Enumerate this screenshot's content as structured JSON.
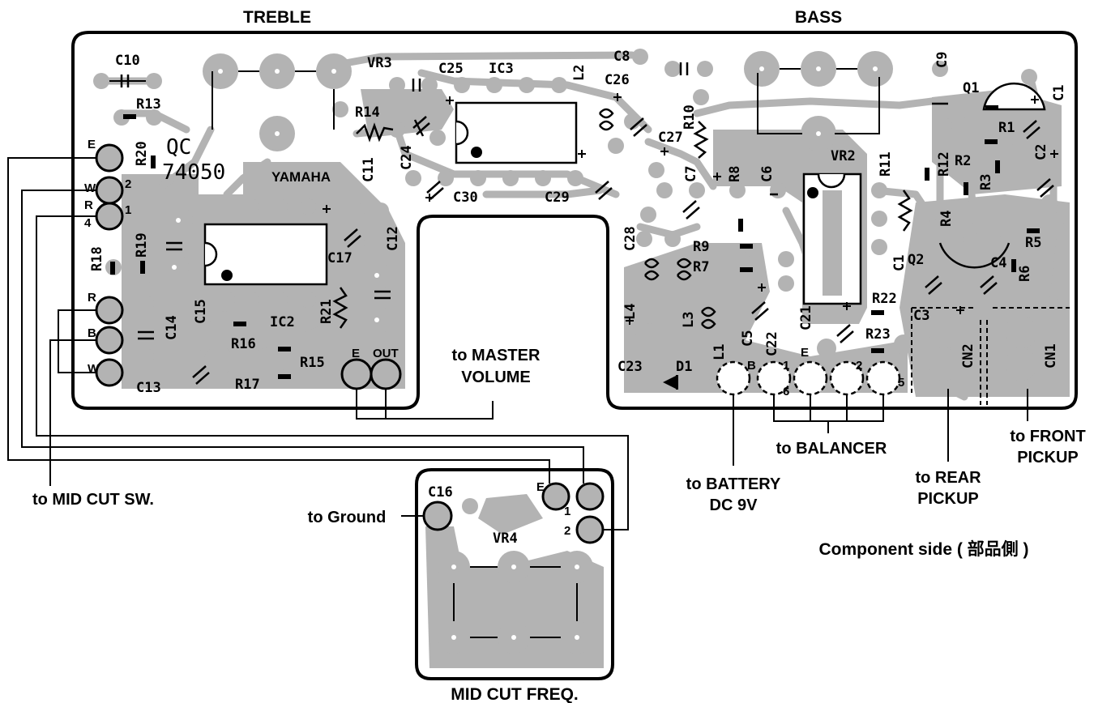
{
  "section_labels": {
    "treble": "TREBLE",
    "bass": "BASS",
    "mid_cut_freq": "MID CUT FREQ.",
    "component_side": "Component side ( 部品側 )"
  },
  "connections": {
    "master_volume_1": "to MASTER",
    "master_volume_2": "VOLUME",
    "balancer": "to BALANCER",
    "battery_1": "to BATTERY",
    "battery_2": "DC 9V",
    "rear_pickup_1": "to REAR",
    "rear_pickup_2": "PICKUP",
    "front_pickup_1": "to FRONT",
    "front_pickup_2": "PICKUP",
    "mid_cut_sw": "to MID CUT SW.",
    "ground": "to Ground"
  },
  "board_text": {
    "qc": "QC",
    "lot": "74050",
    "brand": "YAMAHA"
  },
  "refs": {
    "C10": "C10",
    "R13": "R13",
    "R20": "R20",
    "R19": "R19",
    "R18": "R18",
    "VR3": "VR3",
    "C25": "C25",
    "IC3": "IC3",
    "L2": "L2",
    "C8": "C8",
    "C26": "C26",
    "R14": "R14",
    "C11": "C11",
    "C24": "C24",
    "C30": "C30",
    "C29": "C29",
    "C27": "C27",
    "R10": "R10",
    "C7": "C7",
    "R8": "R8",
    "C6": "C6",
    "C12": "C12",
    "C17": "C17",
    "C15": "C15",
    "C14": "C14",
    "C13": "C13",
    "IC2": "IC2",
    "R16": "R16",
    "R15": "R15",
    "R17": "R17",
    "R21": "R21",
    "C28": "C28",
    "R9": "R9",
    "R7": "R7",
    "L4": "L4",
    "L3": "L3",
    "L1": "L1",
    "C23": "C23",
    "D1": "D1",
    "C5": "C5",
    "C22": "C22",
    "C21": "C21",
    "VR2": "VR2",
    "R11": "R11",
    "C9": "C9",
    "Q1": "Q1",
    "C1": "C1",
    "R1": "R1",
    "R12": "R12",
    "R2": "R2",
    "C2": "C2",
    "R3": "R3",
    "R4": "R4",
    "R5": "R5",
    "R6": "R6",
    "Q2": "Q2",
    "C4": "C4",
    "C1b": "C1",
    "C3": "C3",
    "R22": "R22",
    "R23": "R23",
    "CN2": "CN2",
    "CN1": "CN1",
    "C16": "C16",
    "VR4": "VR4"
  },
  "pins": {
    "E": "E",
    "W": "W",
    "R": "R",
    "two": "2",
    "four": "4",
    "one": "1",
    "B": "B",
    "OUT": "OUT",
    "six": "6",
    "five": "5"
  }
}
